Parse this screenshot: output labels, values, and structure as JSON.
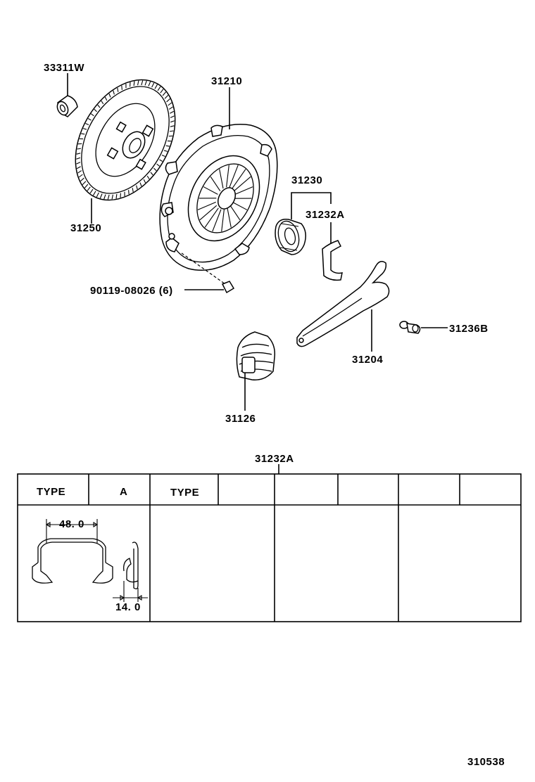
{
  "parts": {
    "p33311w": "33311W",
    "p31210": "31210",
    "p31250": "31250",
    "p31230": "31230",
    "p31232a": "31232A",
    "p90119": "90119-08026 (6)",
    "p31236b": "31236B",
    "p31204": "31204",
    "p31126": "31126"
  },
  "table": {
    "title": "31232A",
    "col_type_1": "TYPE",
    "col_a": "A",
    "col_type_2": "TYPE",
    "dim_width": "48. 0",
    "dim_depth": "14. 0"
  },
  "footer": {
    "diagram_number": "310538"
  }
}
